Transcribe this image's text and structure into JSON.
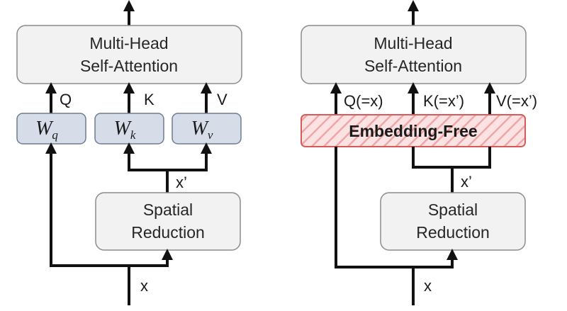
{
  "colors": {
    "box_fill": "#f2f2f2",
    "box_stroke": "#8c8c8c",
    "weight_fill": "#d6dde8",
    "weight_stroke": "#6d7c92",
    "embedding_fill": "#fbe3e3",
    "embedding_hatch": "#f0a6a6",
    "embedding_stroke": "#d65a5a",
    "line": "#111111"
  },
  "left": {
    "attention_line1": "Multi-Head",
    "attention_line2": "Self-Attention",
    "q_label": "Q",
    "k_label": "K",
    "v_label": "V",
    "wq": {
      "base": "W",
      "sub": "q"
    },
    "wk": {
      "base": "W",
      "sub": "k"
    },
    "wv": {
      "base": "W",
      "sub": "v"
    },
    "reduced_label": "x’",
    "sr_line1": "Spatial",
    "sr_line2": "Reduction",
    "input_label": "x"
  },
  "right": {
    "attention_line1": "Multi-Head",
    "attention_line2": "Self-Attention",
    "q_label": "Q(=x)",
    "k_label": "K(=x’)",
    "v_label": "V(=x’)",
    "embedding_label": "Embedding-Free",
    "reduced_label": "x’",
    "sr_line1": "Spatial",
    "sr_line2": "Reduction",
    "input_label": "x"
  }
}
